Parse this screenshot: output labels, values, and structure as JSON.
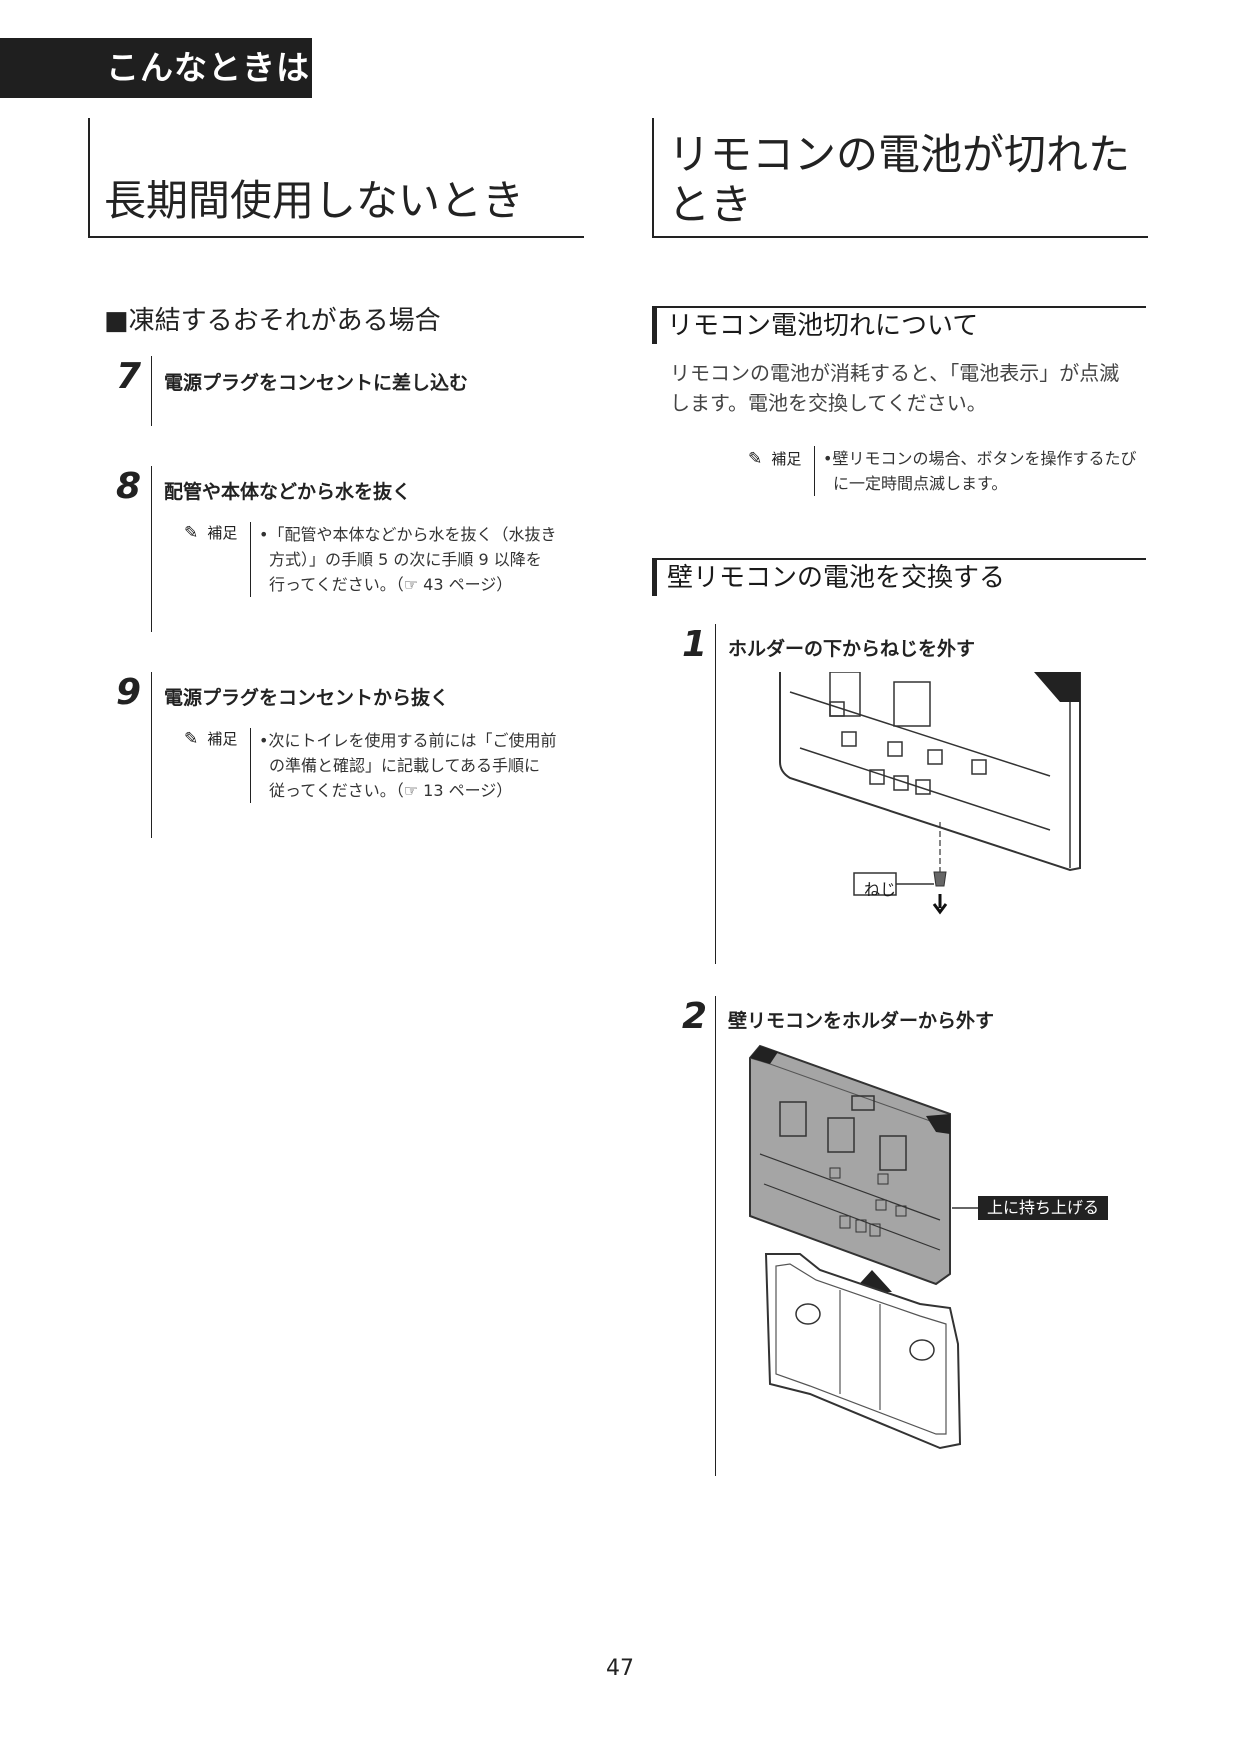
{
  "header": {
    "tab_title": "こんなときは"
  },
  "left": {
    "title": "長期間使用しないとき",
    "subheading": "■凍結するおそれがある場合",
    "steps": [
      {
        "num": "7",
        "title": "電源プラグをコンセントに差し込む"
      },
      {
        "num": "8",
        "title": "配管や本体などから水を抜く",
        "note_label": "補足",
        "note_lines": [
          "•「配管や本体などから水を抜く（水抜き",
          "方式）」の手順 5 の次に手順 9 以降を",
          "行ってください。（☞ 43 ページ）"
        ]
      },
      {
        "num": "9",
        "title": "電源プラグをコンセントから抜く",
        "note_label": "補足",
        "note_lines": [
          "•次にトイレを使用する前には「ご使用前",
          "の準備と確認」に記載してある手順に",
          "従ってください。（☞ 13 ページ）"
        ]
      }
    ]
  },
  "right": {
    "title_line1": "リモコンの電池が切れた",
    "title_line2": "とき",
    "section1": {
      "heading": "リモコン電池切れについて",
      "body_line1": "リモコンの電池が消耗すると、「電池表示」が点滅",
      "body_line2": "します。電池を交換してください。",
      "note_label": "補足",
      "note_line1": "•壁リモコンの場合、ボタンを操作するたび",
      "note_line2": "に一定時間点滅します。"
    },
    "section2": {
      "heading": "壁リモコンの電池を交換する",
      "steps": [
        {
          "num": "1",
          "title": "ホルダーの下からねじを外す",
          "callout": "ねじ"
        },
        {
          "num": "2",
          "title": "壁リモコンをホルダーから外す",
          "callout": "上に持ち上げる"
        }
      ]
    }
  },
  "footer": {
    "page_number": "47"
  }
}
